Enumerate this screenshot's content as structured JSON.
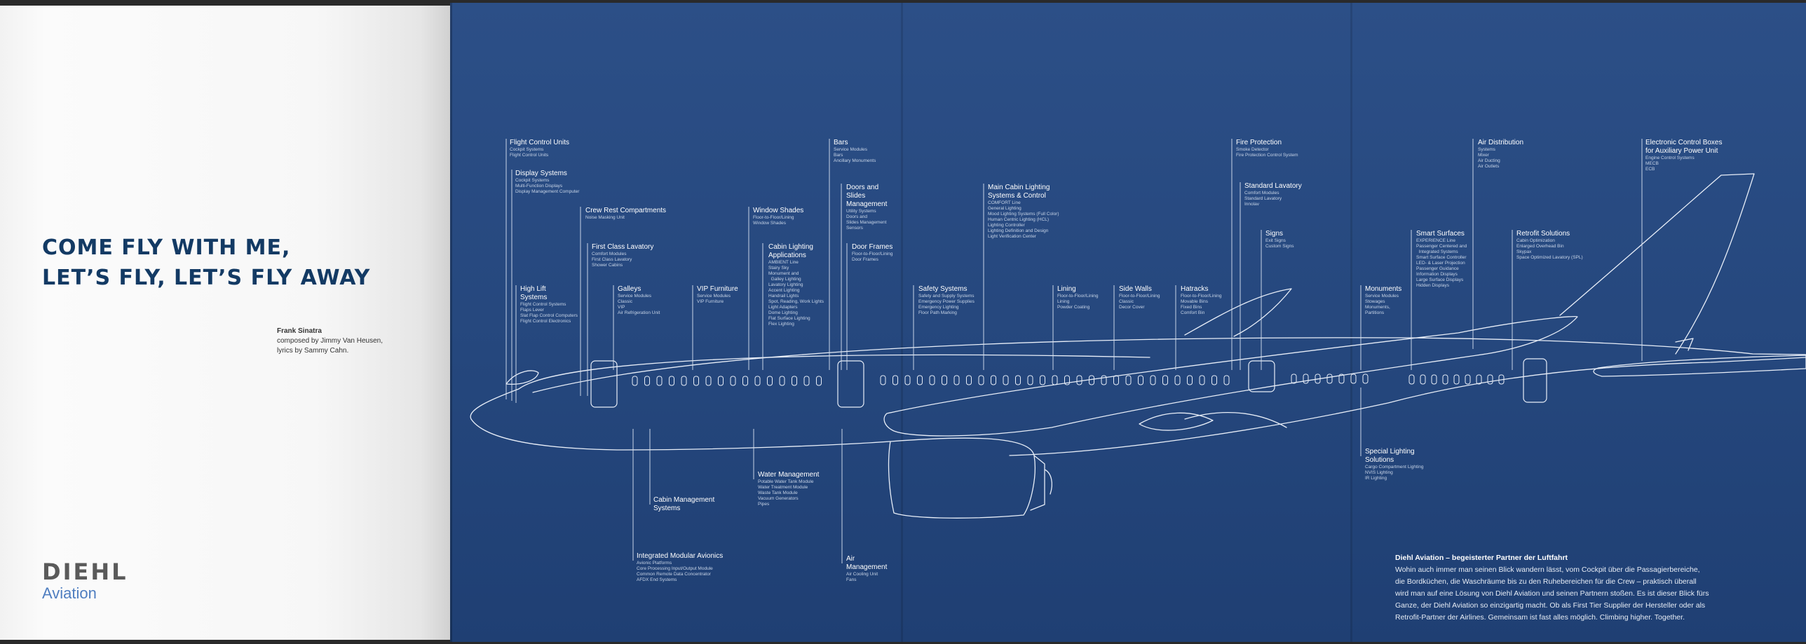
{
  "headline": [
    "COME FLY WITH ME,",
    "LET’S FLY, LET’S FLY AWAY"
  ],
  "quote": {
    "author": "Frank Sinatra",
    "lines": [
      "composed by Jimmy Van Heusen,",
      "lyrics by Sammy Cahn."
    ]
  },
  "logo": {
    "name": "DIEHL",
    "division": "Aviation"
  },
  "about": {
    "title": "Diehl Aviation – begeisterter Partner der Luftfahrt",
    "body": "Wohin auch immer man seinen Blick wandern lässt, vom Cockpit über die Passagierbereiche, die Bordküchen, die Waschräume bis zu den Ruhebereichen für die Crew – praktisch überall wird man auf eine Lösung von Diehl Aviation und seinen Partnern stoßen. Es ist dieser Blick fürs Ganze, der Diehl Aviation so einzigartig macht. Ob als First Tier Supplier der Hersteller oder als Retrofit-Partner der Airlines. Gemeinsam ist fast alles möglich. Climbing higher. Together."
  },
  "colors": {
    "page_blue": "#25477d",
    "headline_navy": "#133a64",
    "logo_gray": "#5a5a5a",
    "logo_blue": "#4f7ec0"
  },
  "callouts": [
    {
      "title": [
        "Flight Control Units"
      ],
      "sub": "Cockpit Systems",
      "items": [
        "Flight Control Units"
      ]
    },
    {
      "title": [
        "Display Systems"
      ],
      "sub": "Cockpit Systems",
      "items": [
        "Multi-Function Displays",
        "Display Management Computer"
      ]
    },
    {
      "title": [
        "High Lift",
        "Systems"
      ],
      "sub": "Flight Control Systems",
      "items": [
        "Flaps Lever",
        "Slat Flap Control Computers",
        "Flight Control Electronics"
      ]
    },
    {
      "title": [
        "Crew Rest Compartments"
      ],
      "sub": "",
      "items": [
        "Noise Masking Unit"
      ]
    },
    {
      "title": [
        "First Class Lavatory"
      ],
      "sub": "Comfort Modules",
      "items": [
        "First Class Lavatory",
        "Shower Cabins"
      ]
    },
    {
      "title": [
        "Galleys"
      ],
      "sub": "Service Modules",
      "items": [
        "Classic",
        "VIP",
        "Air Refrigeration Unit"
      ]
    },
    {
      "title": [
        "VIP Furniture"
      ],
      "sub": "Service Modules",
      "items": [
        "VIP Furniture"
      ]
    },
    {
      "title": [
        "Window Shades"
      ],
      "sub": "Floor-to-Floor/Lining",
      "items": [
        "Window Shades"
      ]
    },
    {
      "title": [
        "Cabin Lighting",
        "Applications"
      ],
      "sub": "AMBIENT Line",
      "items": [
        "Stairy Sky",
        "Monument and",
        "  Galley Lighting",
        "Lavatory Lighting",
        "Accent Lighting",
        "Handrail Lights",
        "Spot, Reading, Work Lights",
        "Light Adapters",
        "Dome Lighting",
        "Flat Surface Lighting",
        "Flex Lighting"
      ]
    },
    {
      "title": [
        "Bars"
      ],
      "sub": "Service Modules",
      "items": [
        "Bars",
        "Ancillary Monuments"
      ]
    },
    {
      "title": [
        "Doors and",
        "Slides",
        "Management"
      ],
      "sub": "Utility Systems",
      "items": [
        "Doors and",
        "Slides Management",
        "Sensors"
      ]
    },
    {
      "title": [
        "Door Frames"
      ],
      "sub": "Floor-to-Floor/Lining",
      "items": [
        "Door Frames"
      ]
    },
    {
      "title": [
        "Safety Systems"
      ],
      "sub": "Safety and Supply Systems",
      "items": [
        "Emergency Power Supplies",
        "Emergency Lighting",
        "Floor Path Marking"
      ]
    },
    {
      "title": [
        "Main Cabin Lighting",
        "Systems & Control"
      ],
      "sub": "COMFORT Line",
      "items": [
        "General Lighting",
        "Mood Lighting Systems (Full Color)",
        "Human Centric Lighting (HCL)",
        "Lighting Controller",
        "Lighting Definition and Design",
        "Light Verification Center"
      ]
    },
    {
      "title": [
        "Lining"
      ],
      "sub": "Floor-to-Floor/Lining",
      "items": [
        "Lining",
        "Powder Coating"
      ]
    },
    {
      "title": [
        "Side Walls"
      ],
      "sub": "Floor-to-Floor/Lining",
      "items": [
        "Classic",
        "Decor Cover"
      ]
    },
    {
      "title": [
        "Hatracks"
      ],
      "sub": "Floor-to-Floor/Lining",
      "items": [
        "Movable Bins",
        "Fixed Bins",
        "Comfort Bin"
      ]
    },
    {
      "title": [
        "Fire Protection"
      ],
      "sub": "",
      "items": [
        "Smoke Detector",
        "Fire Protection Control System"
      ]
    },
    {
      "title": [
        "Standard Lavatory"
      ],
      "sub": "Comfort Modules",
      "items": [
        "Standard Lavatory",
        "Innolav"
      ]
    },
    {
      "title": [
        "Signs"
      ],
      "sub": "",
      "items": [
        "Exit Signs",
        "Custom Signs"
      ]
    },
    {
      "title": [
        "Monuments"
      ],
      "sub": "Service Modules",
      "items": [
        "Stowages",
        "Monuments,",
        "Partitions"
      ]
    },
    {
      "title": [
        "Smart Surfaces"
      ],
      "sub": "EXPERIENCE Line",
      "items": [
        "Passenger Centered and",
        "  Integrated Systems",
        "Smart Surface Controller",
        "LED- & Laser Projection",
        "Passenger Guidance",
        "Information Displays",
        "Large Surface Displays",
        "Hidden Displays"
      ]
    },
    {
      "title": [
        "Air Distribution"
      ],
      "sub": "Systems",
      "items": [
        "Mixer",
        "Air Ducting",
        "Air Outlets"
      ]
    },
    {
      "title": [
        "Retrofit Solutions"
      ],
      "sub": "Cabin Optimization",
      "items": [
        "Enlarged Overhead Bin",
        "Skypax",
        "Space Optimized Lavatory (SPL)"
      ]
    },
    {
      "title": [
        "Electronic Control Boxes",
        "for Auxiliary Power Unit"
      ],
      "sub": "Engine Control Systems",
      "items": [
        "MECB",
        "ECB"
      ]
    },
    {
      "title": [
        "Special Lighting",
        "Solutions"
      ],
      "sub": "",
      "items": [
        "Cargo Compartment Lighting",
        "NVIS Lighting",
        "IR Lighting"
      ]
    },
    {
      "title": [
        "Cabin Management",
        "Systems"
      ],
      "sub": "",
      "items": []
    },
    {
      "title": [
        "Water Management"
      ],
      "sub": "",
      "items": [
        "Potable Water Tank Module",
        "Water Treatment Module",
        "Waste Tank Module",
        "Vacuum Generators",
        "Pipes"
      ]
    },
    {
      "title": [
        "Integrated Modular Avionics"
      ],
      "sub": "Avionic Platforms",
      "items": [
        "Core Processing Input/Output Module",
        "Common Remote Data Concentrator",
        "AFDX End Systems"
      ]
    },
    {
      "title": [
        "Air",
        "Management"
      ],
      "sub": "",
      "items": [
        "Air Cooling Unit",
        "Fans"
      ]
    }
  ]
}
